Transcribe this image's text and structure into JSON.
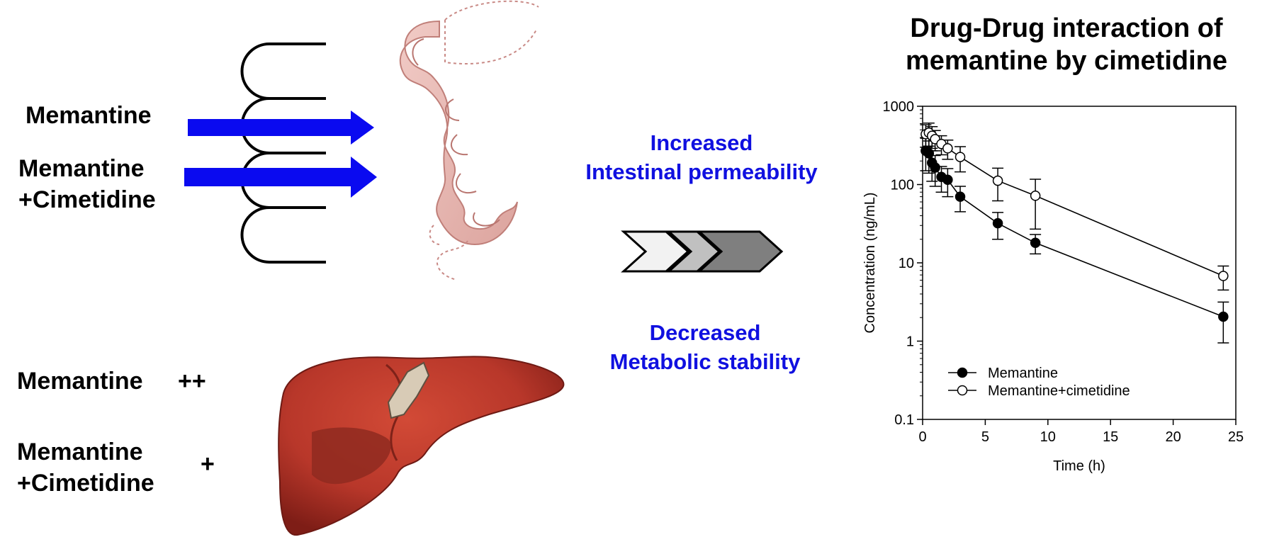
{
  "left_labels": {
    "intestine_drug1": "Memantine",
    "intestine_drug2_line1": "Memantine",
    "intestine_drug2_line2": "+Cimetidine",
    "liver_drug1": "Memantine",
    "liver_drug1_level": "++",
    "liver_drug2_line1": "Memantine",
    "liver_drug2_line2": "+Cimetidine",
    "liver_drug2_level": "+"
  },
  "effects": {
    "intestine_line1": "Increased",
    "intestine_line2": "Intestinal permeability",
    "liver_line1": "Decreased",
    "liver_line2": "Metabolic stability"
  },
  "colors": {
    "arrow_blue": "#0a0af0",
    "text_blue": "#1010e0",
    "intestine_pink": "#e9b9b4",
    "liver_red": "#b8372a",
    "chevron_fills": [
      "#f2f2f2",
      "#c0c0c0",
      "#7f7f7f"
    ]
  },
  "icons": [
    "intestine-illustration",
    "liver-illustration",
    "villi-outline",
    "chevron-arrow"
  ],
  "chart_title_line1": "Drug-Drug interaction of",
  "chart_title_line2": "memantine by cimetidine",
  "chart_data": {
    "type": "line",
    "xlabel": "Time (h)",
    "ylabel": "Concentration (ng/mL)",
    "xlim": [
      0,
      25
    ],
    "ylim": [
      0.1,
      1000
    ],
    "yscale": "log",
    "xticks": [
      0,
      5,
      10,
      15,
      20,
      25
    ],
    "yticks": [
      0.1,
      1,
      10,
      100,
      1000
    ],
    "ytick_labels": [
      "0.1",
      "1",
      "10",
      "100",
      "1000"
    ],
    "grid": false,
    "legend_position": "bottom-left",
    "series": [
      {
        "name": "Memantine",
        "marker": "filled-circle",
        "x": [
          0.25,
          0.5,
          0.75,
          1,
          1.5,
          2,
          3,
          6,
          9,
          24
        ],
        "y": [
          270,
          250,
          190,
          165,
          125,
          115,
          70,
          32,
          18,
          2.05
        ],
        "err": [
          120,
          110,
          80,
          70,
          45,
          45,
          25,
          12,
          5,
          1.1
        ]
      },
      {
        "name": "Memantine+cimetidine",
        "marker": "open-circle",
        "x": [
          0.25,
          0.5,
          0.75,
          1,
          1.5,
          2,
          3,
          6,
          9,
          24
        ],
        "y": [
          440,
          460,
          420,
          380,
          330,
          290,
          225,
          112,
          72,
          6.8
        ],
        "err": [
          140,
          150,
          130,
          110,
          90,
          80,
          80,
          50,
          45,
          2.3
        ]
      }
    ]
  }
}
